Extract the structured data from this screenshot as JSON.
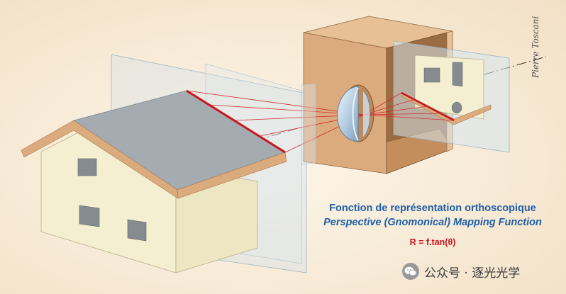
{
  "caption": {
    "title_fr": "Fonction de représentation orthoscopique",
    "title_en": "Perspective (Gnomonical) Mapping Function",
    "formula": "R = f.tan(θ)"
  },
  "signature": "Pierre Toscani",
  "watermark": {
    "label": "公众号 · 逐光光学",
    "icon": "wechat-icon"
  },
  "colors": {
    "accent_blue": "#1f5fa8",
    "accent_red": "#c8151b",
    "roof": "#a4acb1",
    "wall": "#f3efd0",
    "wood": "#dcab7d"
  }
}
